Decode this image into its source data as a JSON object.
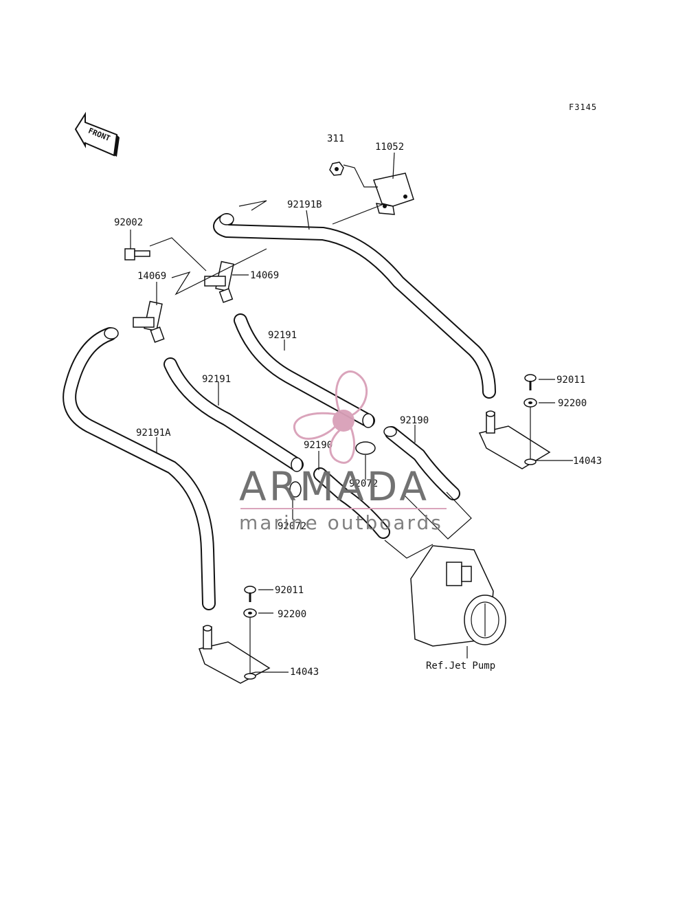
{
  "figure_code": "F3145",
  "front_label": "FRONT",
  "watermark": {
    "brand": "ARMADA",
    "tagline": "marine outboards",
    "color": "#d9a0b8"
  },
  "labels": {
    "p311": "311",
    "p11052": "11052",
    "p92191B": "92191B",
    "p92002": "92002",
    "p14069_left": "14069",
    "p14069_right": "14069",
    "p92191_left": "92191",
    "p92191_right": "92191",
    "p92191A": "92191A",
    "p92190_left": "92190",
    "p92190_right": "92190",
    "p92072_left": "92072",
    "p92072_right": "92072",
    "p92011_right": "92011",
    "p92200_right": "92200",
    "p14043_right": "14043",
    "p92011_left": "92011",
    "p92200_left": "92200",
    "p14043_left": "14043",
    "ref_jet_pump": "Ref.Jet Pump"
  }
}
